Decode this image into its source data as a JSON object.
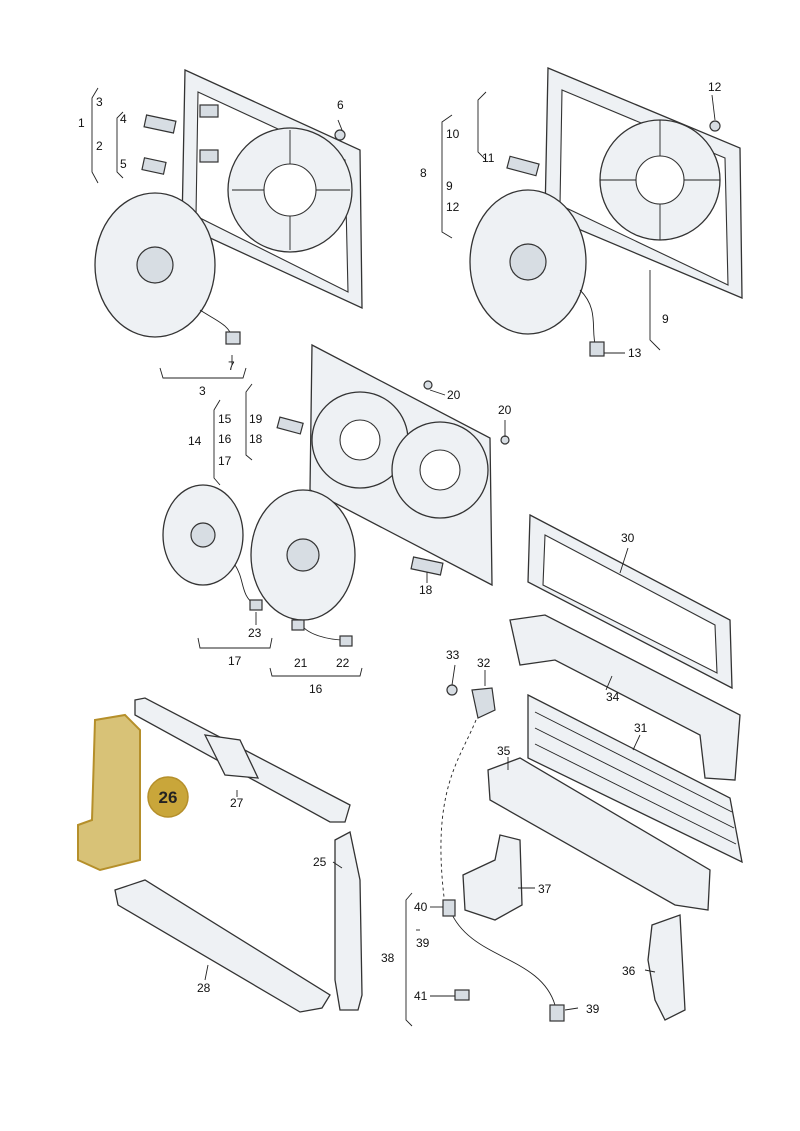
{
  "labels": {
    "n1": "1",
    "n2": "2",
    "n3a": "3",
    "n3b": "3",
    "n4": "4",
    "n5": "5",
    "n6": "6",
    "n7": "7",
    "n8": "8",
    "n9a": "9",
    "n9b": "9",
    "n10": "10",
    "n11": "11",
    "n12a": "12",
    "n12b": "12",
    "n13": "13",
    "n14": "14",
    "n15": "15",
    "n16a": "16",
    "n16b": "16",
    "n17a": "17",
    "n17b": "17",
    "n18a": "18",
    "n18b": "18",
    "n19": "19",
    "n20a": "20",
    "n20b": "20",
    "n21": "21",
    "n22": "22",
    "n23": "23",
    "n25": "25",
    "n26": "26",
    "n27": "27",
    "n28": "28",
    "n30": "30",
    "n31": "31",
    "n32": "32",
    "n33": "33",
    "n34": "34",
    "n35": "35",
    "n36": "36",
    "n37": "37",
    "n38": "38",
    "n39a": "39",
    "n39b": "39",
    "n40": "40",
    "n41": "41"
  },
  "highlight": {
    "part": "26",
    "color": "#d8c277"
  }
}
